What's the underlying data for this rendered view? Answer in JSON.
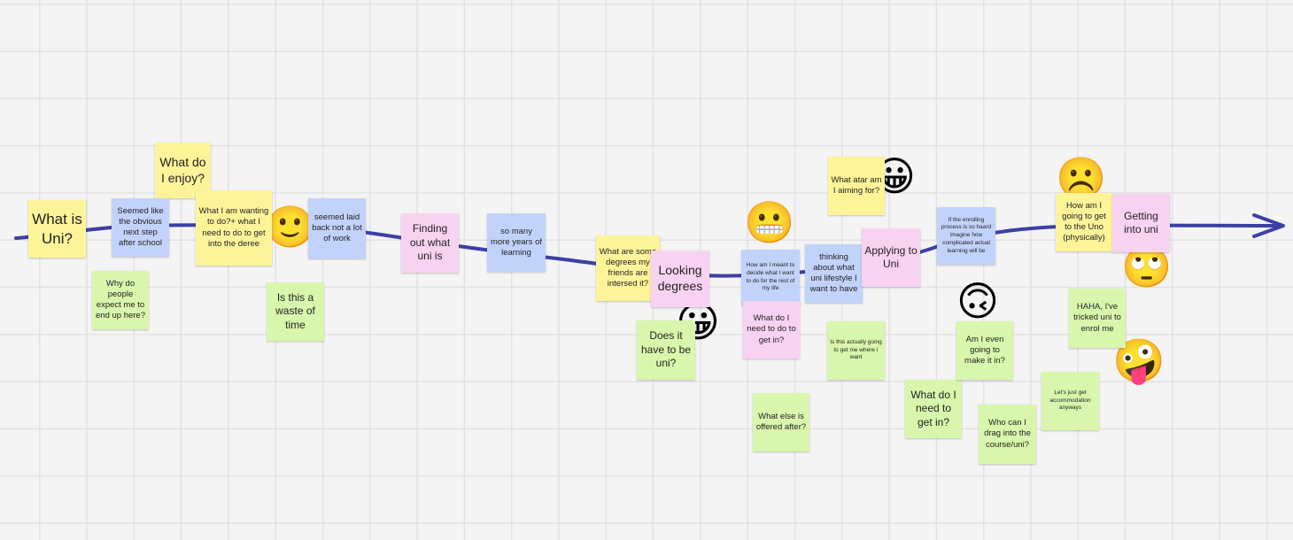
{
  "notes": {
    "what_is_uni": "What is Uni?",
    "what_do_i_enjoy": "What do I enjoy?",
    "seemed_like_obvious": "Seemed like the obvious next step after school",
    "what_i_am_wanting": "What I am wanting to do?+ what I need to do to get into the deree",
    "why_do_people_expect": "Why do people expect me to  end up here?",
    "seemed_laid_back": "seemed laid back not a lot of work",
    "is_this_waste": "Is this a waste of time",
    "finding_out": "Finding out what uni is",
    "so_many_more_years": "so many more years of learning",
    "what_are_some_degrees": "What are some degrees my friends are intersed it?",
    "looking_degrees": "Looking degrees",
    "does_it_have_to_be_uni": "Does it have to be uni?",
    "how_am_i_meant": "How am I meant to decide what I want to do for the rest of my life",
    "what_do_i_need_pink": "What do I need to do to get in?",
    "what_else_offered": "What else is offered after?",
    "thinking_lifestyle": "thinking about what uni lifestyle I want to have",
    "what_atar": "What atar am I aiming for?",
    "applying_to_uni": "Applying to Uni",
    "is_this_actually": "Is this actually going to get me where I want",
    "enrolling_process": "If the enrolling process is so haard imagine how complicated actual learning will be",
    "what_do_i_need_green": "What do I need to get in?",
    "am_i_even_going": "Am I even going to make it in?",
    "who_can_i_drag": "Who can I drag into the course/uni?",
    "how_am_i_going_to_get": "How am I going to get to the Uno (physically)",
    "getting_into_uni": "Getting into uni",
    "haha_tricked": "HAHA, I've tricked uni to enrol me",
    "lets_just_get": "Let's just get accommodation anyways"
  },
  "emojis": {
    "slightly_smiling": "🙂",
    "grinning_1": "😀",
    "grimacing": "😬",
    "grinning_2": "😀",
    "frowning": "☹️",
    "upside_down": "🙃",
    "eye_roll": "🙄",
    "zany": "🤪"
  },
  "colors": {
    "journey_line": "#3c3fa3",
    "yellow_note": "#fdf49a",
    "blue_note": "#c2d3fb",
    "pink_note": "#f8d3f1",
    "green_note": "#d9f6ad"
  }
}
